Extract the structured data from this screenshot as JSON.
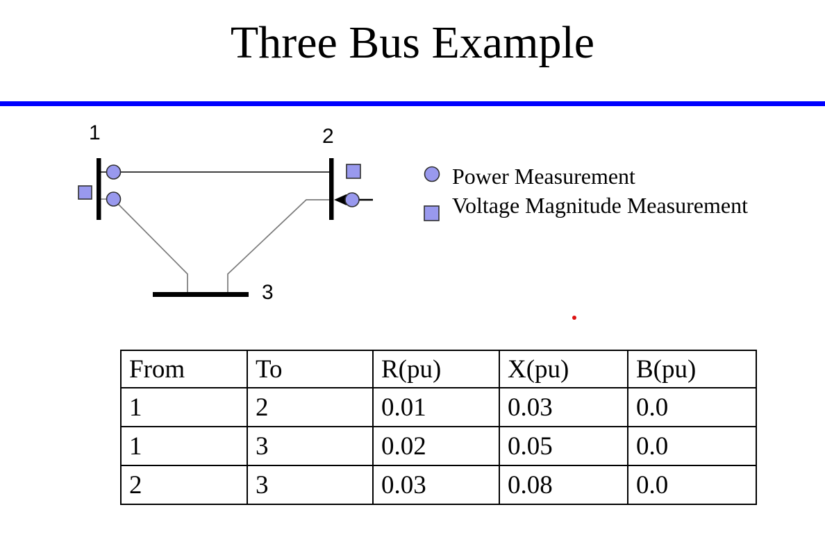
{
  "slide": {
    "title": "Three Bus Example",
    "accent_rule_color": "#0000FF"
  },
  "diagram": {
    "bus_labels": {
      "bus1": "1",
      "bus2": "2",
      "bus3": "3"
    },
    "legend": {
      "items": [
        {
          "marker": "circle-icon",
          "label": "Power Measurement"
        },
        {
          "marker": "square-icon",
          "label": "Voltage Magnitude Measurement"
        }
      ]
    },
    "colors": {
      "measurement_fill": "#9999EE",
      "measurement_stroke": "#2e2e2e",
      "bus_bar": "#000000",
      "line_black": "#000000",
      "line_gray": "#7a7a7a",
      "red_dot": "#DD1111"
    }
  },
  "table": {
    "headers": [
      "From",
      "To",
      "R(pu)",
      "X(pu)",
      "B(pu)"
    ],
    "rows": [
      [
        "1",
        "2",
        "0.01",
        "0.03",
        "0.0"
      ],
      [
        "1",
        "3",
        "0.02",
        "0.05",
        "0.0"
      ],
      [
        "2",
        "3",
        "0.03",
        "0.08",
        "0.0"
      ]
    ]
  }
}
